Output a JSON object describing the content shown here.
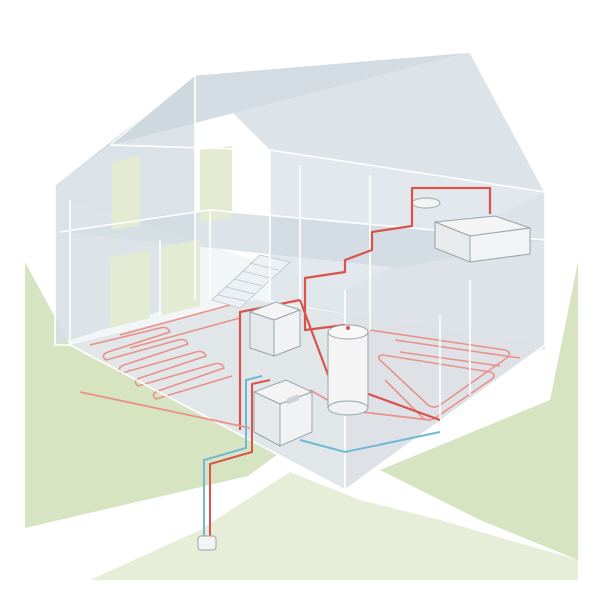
{
  "diagram": {
    "subject": "house-heating-system",
    "components": [
      {
        "id": "ground-loop-unit",
        "icon": "ground-probe-icon"
      },
      {
        "id": "heat-pump",
        "icon": "heat-pump-icon"
      },
      {
        "id": "buffer-module",
        "icon": "buffer-module-icon"
      },
      {
        "id": "hot-water-tank",
        "icon": "water-tank-icon"
      },
      {
        "id": "bathtub",
        "icon": "bathtub-icon"
      },
      {
        "id": "washbasin",
        "icon": "washbasin-icon"
      },
      {
        "id": "underfloor-heating-left",
        "icon": "underfloor-loop-icon"
      },
      {
        "id": "underfloor-heating-right",
        "icon": "underfloor-loop-icon"
      }
    ],
    "colors": {
      "ground": "#d6e4c2",
      "ground_edge": "#c3d6aa",
      "walls": "#d6dee4",
      "wall_dark": "#bccad4",
      "floor": "#e3e6e8",
      "window": "#e3ebd2",
      "hot_pipe": "#d9534a",
      "hot_pipe_light": "#e9918a",
      "cold_pipe": "#72b8d3",
      "appliance": "#f4f4f4",
      "appliance_edge": "#9aa4ab"
    }
  }
}
